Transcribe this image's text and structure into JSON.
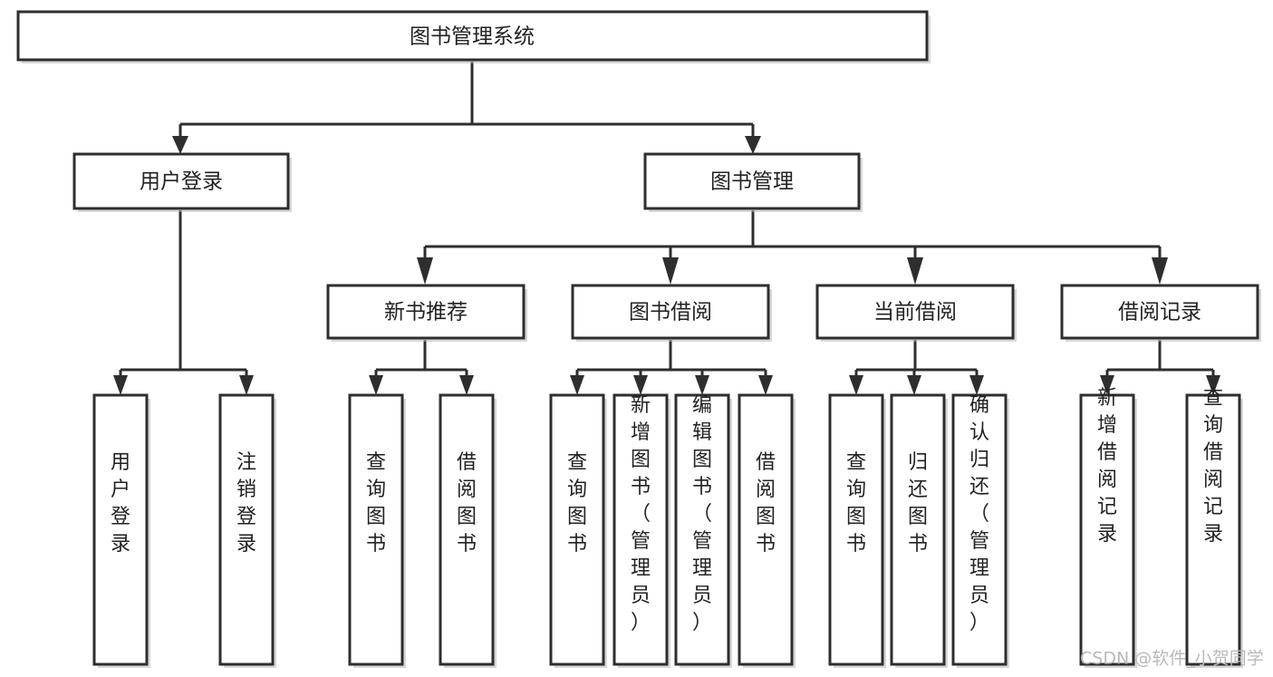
{
  "diagram": {
    "type": "tree-hierarchy-chart",
    "title": "图书管理系统",
    "watermark": "CSDN @软件_小贺同学",
    "colors": {
      "box_fill": "#ffffff",
      "box_stroke": "#2e2e2e",
      "connector": "#2e2e2e",
      "background": "#ffffff",
      "watermark": "#b9b9b9"
    },
    "root": {
      "label": "图书管理系统"
    },
    "level2": [
      {
        "label": "用户登录"
      },
      {
        "label": "图书管理"
      }
    ],
    "level3": [
      {
        "label": "新书推荐"
      },
      {
        "label": "图书借阅"
      },
      {
        "label": "当前借阅"
      },
      {
        "label": "借阅记录"
      }
    ],
    "leaves": {
      "user_login": [
        {
          "label": "用户登录"
        },
        {
          "label": "注销登录"
        }
      ],
      "new_book_recommend": [
        {
          "label": "查询图书"
        },
        {
          "label": "借阅图书"
        }
      ],
      "book_borrow": [
        {
          "label": "查询图书"
        },
        {
          "label": "新增图书（管理员）"
        },
        {
          "label": "编辑图书（管理员）"
        },
        {
          "label": "借阅图书"
        }
      ],
      "current_borrow": [
        {
          "label": "查询图书"
        },
        {
          "label": "归还图书"
        },
        {
          "label": "确认归还（管理员）"
        }
      ],
      "borrow_record": [
        {
          "label": "新增借阅记录"
        },
        {
          "label": "查询借阅记录"
        }
      ]
    }
  }
}
